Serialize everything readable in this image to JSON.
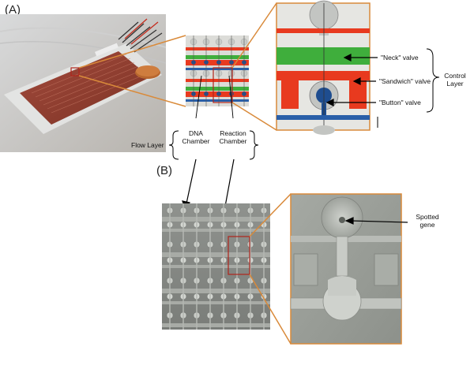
{
  "panel_a": {
    "letter": "(A)",
    "labels": {
      "neck_valve": "\"Neck\" valve",
      "sandwich_valve": "\"Sandwich\" valve",
      "button_valve": "\"Button\" valve",
      "control_layer_line1": "Control",
      "control_layer_line2": "Layer",
      "flow_layer": "Flow Layer",
      "dna_chamber_line1": "DNA",
      "dna_chamber_line2": "Chamber",
      "reaction_chamber_line1": "Reaction",
      "reaction_chamber_line2": "Chamber"
    }
  },
  "panel_b": {
    "letter": "(B)",
    "labels": {
      "spotted_gene_line1": "Spotted",
      "spotted_gene_line2": "gene"
    }
  },
  "colors": {
    "control_red": "#e83a1f",
    "neck_green": "#3fae3c",
    "flow_blue": "#2a5fa8",
    "zoom_orange": "#d98a3a",
    "highlight_box": "#b0241c"
  }
}
